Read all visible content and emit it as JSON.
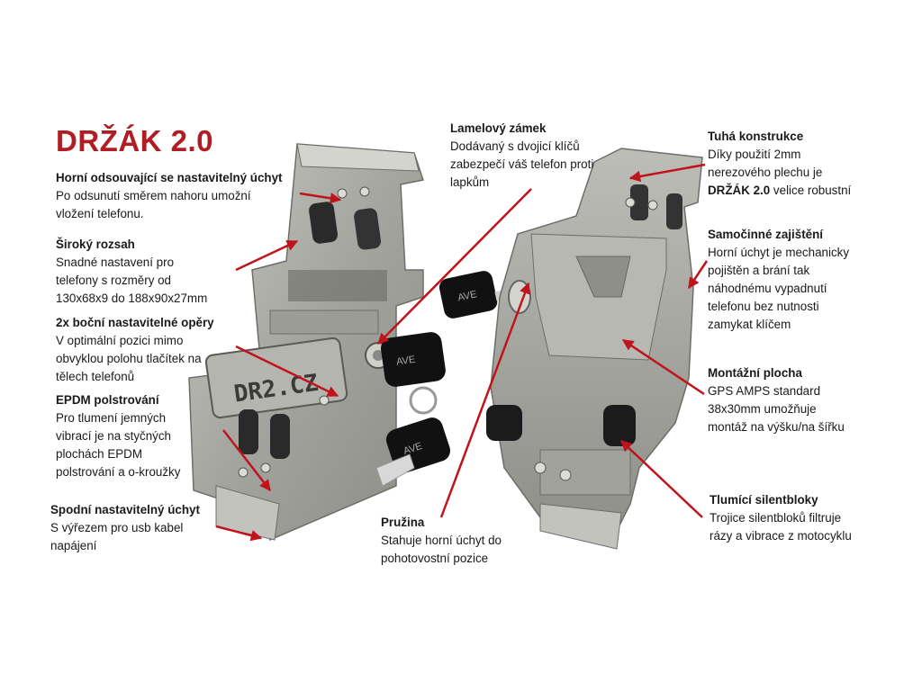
{
  "title": "DRŽÁK 2.0",
  "photo_engravings": {
    "left_holder_label": "DR2.CZ",
    "key_brand": "AVE"
  },
  "colors": {
    "accent": "#b01e24",
    "arrow": "#c0141c",
    "metal": "#a9a9a4",
    "metal_dark": "#7f7f7a"
  },
  "callouts": {
    "horni": {
      "heading": "Horní odsouvající se nastavitelný úchyt",
      "body": "Po odsunutí směrem nahoru umožní\nvložení telefonu."
    },
    "siroky": {
      "heading": "Široký rozsah",
      "body": "Snadné nastavení pro\ntelefony s rozměry od\n130x68x9 do 188x90x27mm"
    },
    "bocni": {
      "heading": "2x boční nastavitelné opěry",
      "body": "V optimální pozici mimo\nobvyklou polohu tlačítek na\ntělech telefonů"
    },
    "epdm": {
      "heading": "EPDM polstrování",
      "body": "Pro tlumení jemných\nvibrací je na styčných\nplochách EPDM\npolstrování a o-kroužky"
    },
    "spodni": {
      "heading": "Spodní nastavitelný úchyt",
      "body": "S výřezem pro usb kabel\nnapájení"
    },
    "lamelovy": {
      "heading": "Lamelový zámek",
      "body": "Dodávaný s dvojicí klíčů\nzabezpečí váš telefon proti\nlapkům"
    },
    "pruzina": {
      "heading": "Pružina",
      "body": "Stahuje horní úchyt do\npohotovostní pozice"
    },
    "tuha": {
      "heading": "Tuhá konstrukce",
      "body": "Díky použití 2mm\nnerezového plechu je",
      "bold_tail": "DRŽÁK 2.0",
      "tail": " velice robustní"
    },
    "samocinne": {
      "heading": "Samočinné zajištění",
      "body": "Horní úchyt je mechanicky\npojištěn a brání tak\nnáhodnému vypadnutí\ntelefonu bez nutnosti\nzamykat klíčem"
    },
    "montazni": {
      "heading": "Montážní plocha",
      "body": "GPS AMPS standard\n38x30mm umožňuje\nmontáž na výšku/na šířku"
    },
    "tlumici": {
      "heading": "Tlumící silentbloky",
      "body": "Trojice silentbloků filtruje\nrázy a vibrace z motocyklu"
    }
  }
}
